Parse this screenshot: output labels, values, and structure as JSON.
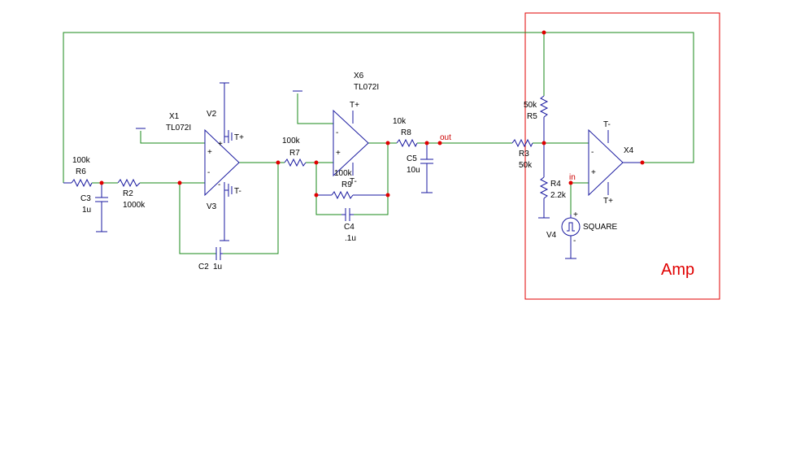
{
  "block_label": "Amp",
  "components": {
    "R6": {
      "name": "R6",
      "value": "100k"
    },
    "C3": {
      "name": "C3",
      "value": "1u"
    },
    "R2": {
      "name": "R2",
      "value": "1000k"
    },
    "X1": {
      "name": "X1",
      "model": "TL072I"
    },
    "V2": {
      "name": "V2"
    },
    "V3": {
      "name": "V3"
    },
    "C2": {
      "name": "C2",
      "value": "1u"
    },
    "R7": {
      "name": "R7",
      "value": "100k"
    },
    "X6": {
      "name": "X6",
      "model": "TL072I"
    },
    "R9": {
      "name": "R9",
      "value": "100k"
    },
    "C4": {
      "name": "C4",
      "value": ".1u"
    },
    "R8": {
      "name": "R8",
      "value": "10k"
    },
    "C5": {
      "name": "C5",
      "value": "10u"
    },
    "R3": {
      "name": "R3",
      "value": "50k"
    },
    "R5": {
      "name": "R5",
      "value": "50k"
    },
    "R4": {
      "name": "R4",
      "value": "2.2k"
    },
    "X4": {
      "name": "X4"
    },
    "V4": {
      "name": "V4",
      "source": "SQUARE"
    }
  },
  "nets": {
    "out": "out",
    "in": "in"
  },
  "pins": {
    "t_plus": "T+",
    "t_minus": "T-",
    "plus": "+",
    "minus": "-"
  }
}
